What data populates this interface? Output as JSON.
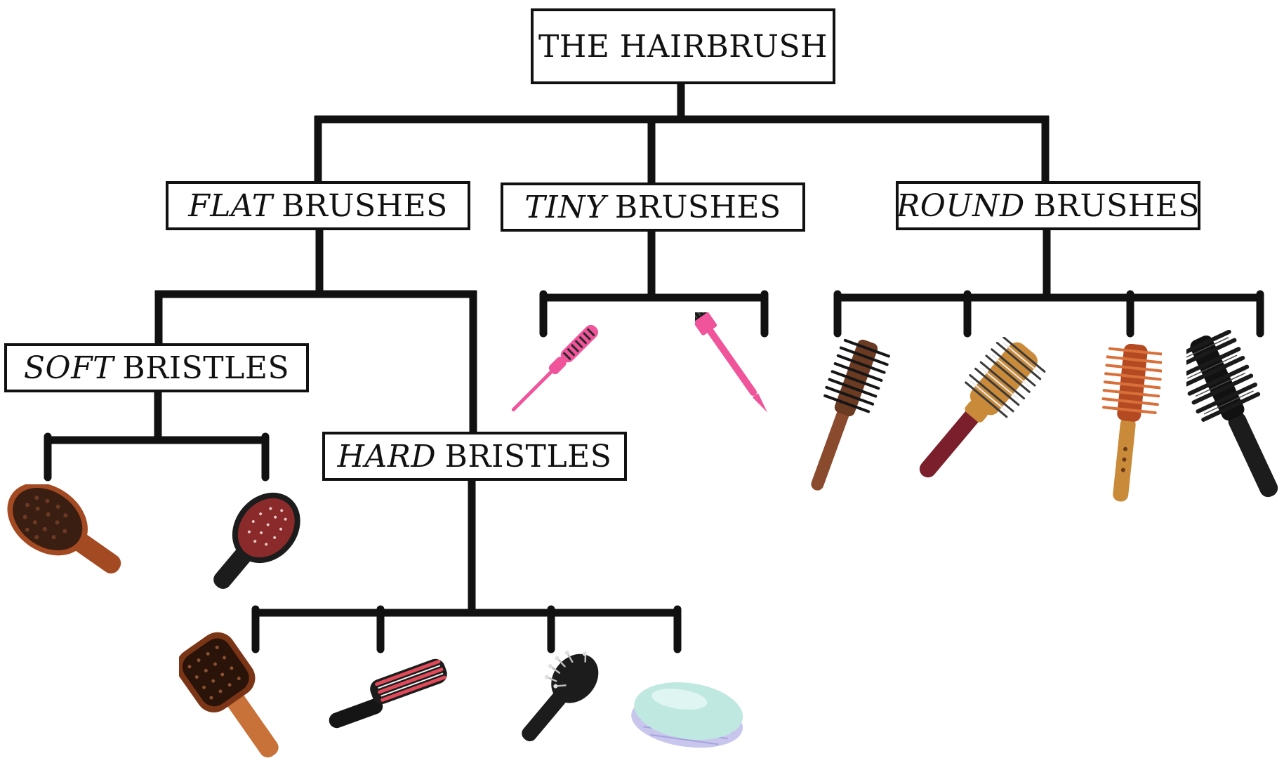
{
  "diagram": {
    "root": {
      "label": "THE HAIRBRUSH"
    },
    "flat": {
      "emphasis": "FLAT",
      "label": "BRUSHES"
    },
    "tiny": {
      "emphasis": "TINY",
      "label": "BRUSHES"
    },
    "round": {
      "emphasis": "ROUND",
      "label": "BRUSHES"
    },
    "soft": {
      "emphasis": "SOFT",
      "label": "BRISTLES"
    },
    "hard": {
      "emphasis": "HARD",
      "label": "BRISTLES"
    }
  },
  "colors": {
    "line": "#111111",
    "wood_brown": "#a34a22",
    "dark_brush": "#1c1c1c",
    "cushion_red": "#8a2a2a",
    "pink": "#f0549a",
    "mint": "#bfe8e0",
    "lavender": "#c9c6ee",
    "burgundy": "#7a1f2b",
    "bamboo": "#c98a3a",
    "copper": "#d9703a"
  },
  "icons": [
    "wooden-oval-boar-brush-icon",
    "black-cushion-brush-icon",
    "wooden-paddle-brush-icon",
    "denman-styling-brush-icon",
    "black-pin-brush-icon",
    "detangler-brush-icon",
    "pink-teasing-comb-icon",
    "pink-edge-brush-icon",
    "slim-round-boar-brush-icon",
    "ceramic-round-brush-icon",
    "bamboo-round-brush-icon",
    "black-round-boar-brush-icon"
  ]
}
